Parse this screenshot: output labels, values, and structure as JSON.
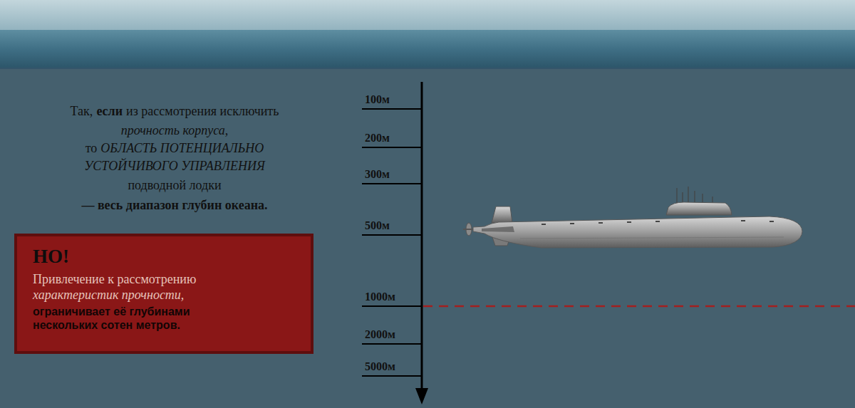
{
  "diagram": {
    "nodes": [
      {
        "text": [
          "НО!",
          "Привлечение к рассмотрению",
          "характеристик прочности,",
          "ограничивает её глубинами нескольких сотен метров."
        ]
      }
    ],
    "labels": [
      "Так,",
      "если",
      "из рассмотрения исключить",
      "прочность корпуса,",
      "то",
      "ОБЛАСТЬ ПОТЕНЦИАЛЬНО",
      "УСТОЙЧИВОГО УПРАВЛЕНИЯ",
      "подводной лодки",
      "— весь диапазон глубин океана.",
      "100м",
      "200м",
      "300м",
      "500м",
      "1000м",
      "2000м",
      "5000м"
    ]
  }
}
